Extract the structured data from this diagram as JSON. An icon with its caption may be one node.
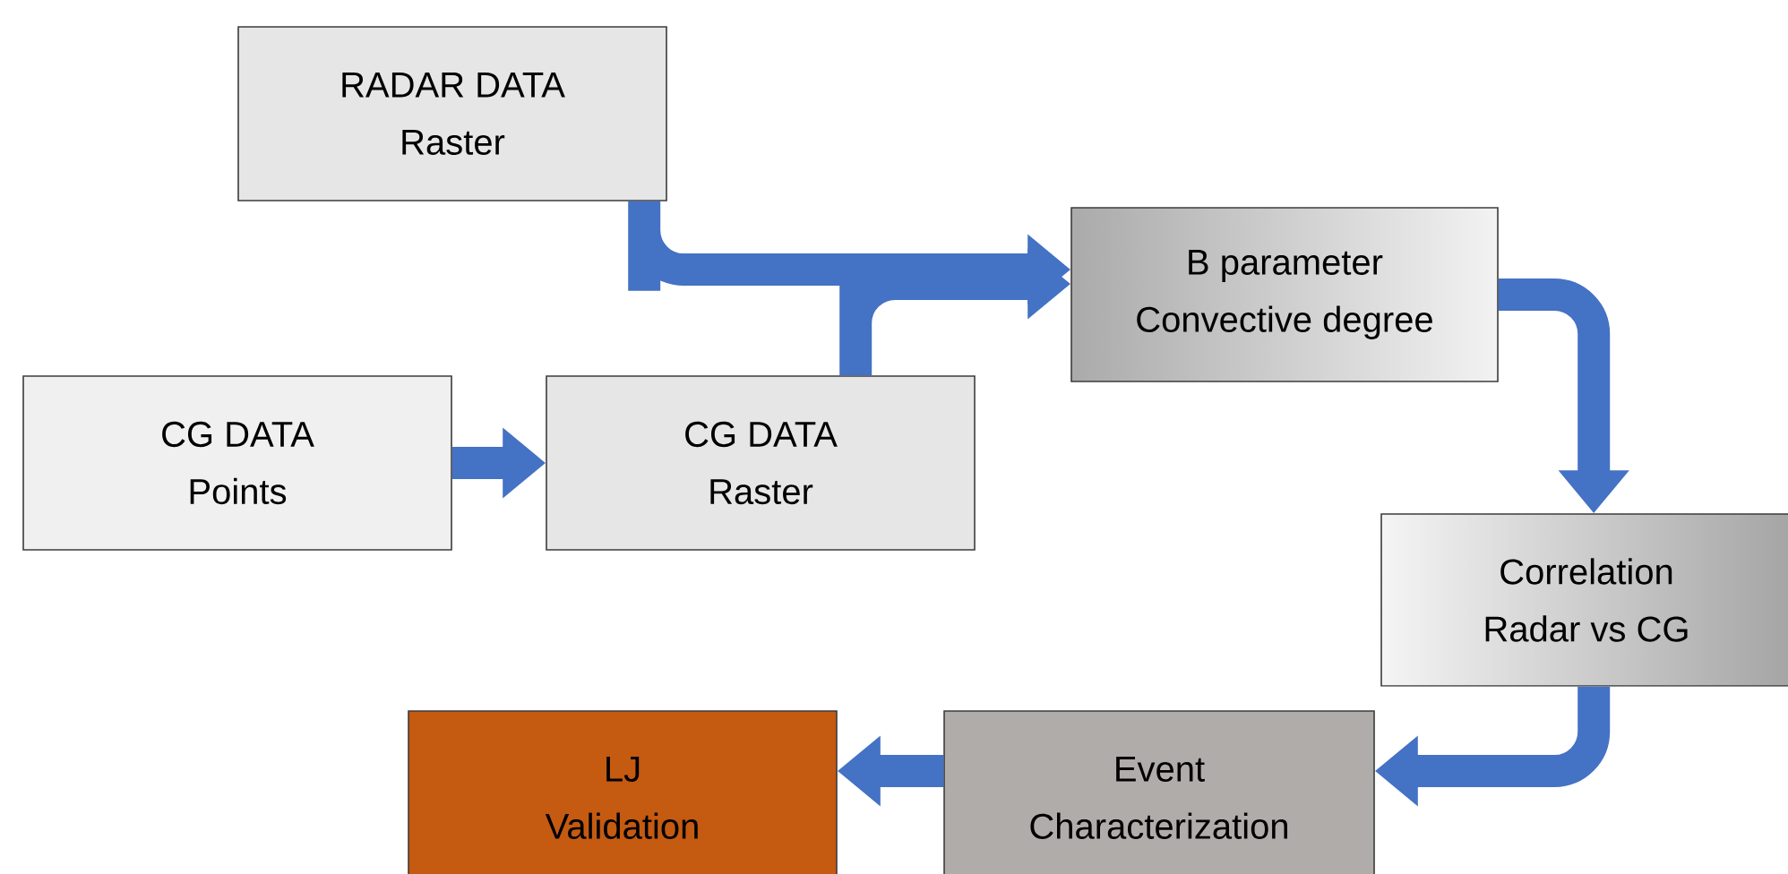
{
  "diagram": {
    "nodes": [
      {
        "text": [
          "RADAR DATA",
          "Raster"
        ]
      },
      {
        "text": [
          "CG DATA",
          "Points"
        ]
      },
      {
        "text": [
          "CG DATA",
          "Raster"
        ]
      },
      {
        "text": [
          "B parameter",
          "Convective degree"
        ]
      },
      {
        "text": [
          "Correlation",
          "Radar vs CG"
        ]
      },
      {
        "text": [
          "Event",
          "Characterization"
        ]
      },
      {
        "text": [
          "LJ",
          "Validation"
        ]
      }
    ],
    "edges": [
      {
        "from": 0,
        "to": 3,
        "arrow": "to"
      },
      {
        "from": 2,
        "to": 3,
        "arrow": "to"
      },
      {
        "from": 1,
        "to": 2,
        "arrow": "to"
      },
      {
        "from": 3,
        "to": 4,
        "arrow": "to"
      },
      {
        "from": 4,
        "to": 5,
        "arrow": "to"
      },
      {
        "from": 5,
        "to": 6,
        "arrow": "to"
      }
    ]
  }
}
